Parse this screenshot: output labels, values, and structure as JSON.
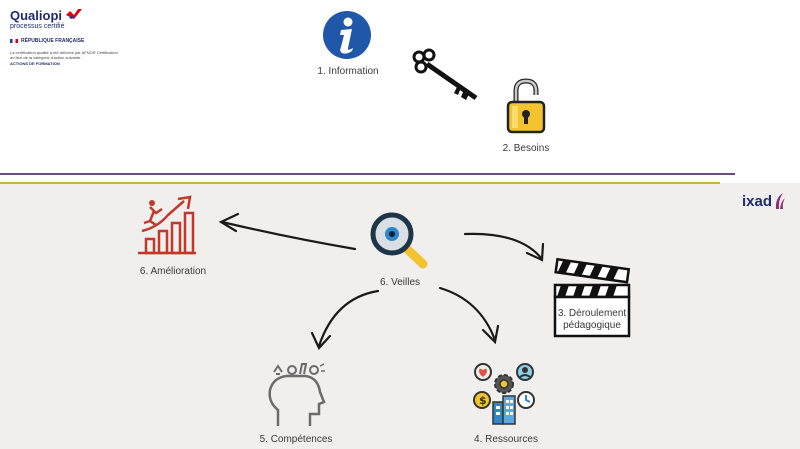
{
  "qualiopi": {
    "logo": "Qualiopi",
    "tagline": "processus certifié",
    "republique": "RÉPUBLIQUE FRANÇAISE",
    "cert_text": "La certification qualité a été délivrée par AFNOR Certification au titre de la catégorie d'action suivante :",
    "actions": "ACTIONS DE FORMATION"
  },
  "brand": {
    "name": "ixad"
  },
  "steps": {
    "information": "1. Information",
    "besoins": "2. Besoins",
    "deroulement_line1": "3. Déroulement",
    "deroulement_line2": "pédagogique",
    "ressources": "4. Ressources",
    "competences": "5. Compétences",
    "amelioration": "6. Amélioration",
    "veilles": "6. Veilles"
  },
  "colors": {
    "info_blue": "#1f58a8",
    "lock_gold": "#f4c430",
    "red_chart": "#c0392b",
    "purple_line": "#6b4c79",
    "gold_line": "#c9b53a",
    "brand_navy": "#1f2b6e"
  }
}
